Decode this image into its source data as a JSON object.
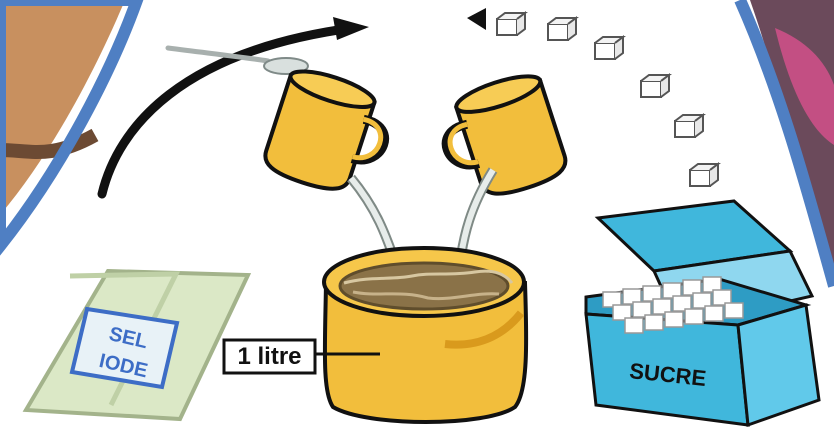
{
  "illustration": {
    "salt_bag_label_line1": "SEL",
    "salt_bag_label_line2": "IODE",
    "pot_label": "1 litre",
    "sugar_box_label": "SUCRE"
  },
  "colors": {
    "blue_frame": "#4f7fc3",
    "pot_yellow": "#f2be3c",
    "pot_shadow": "#d99a1d",
    "liquid_brown": "#8a7248",
    "salt_bag_green": "#dbe8c6",
    "sugar_box_blue": "#40b7dc",
    "sugar_cube": "#ffffff",
    "arrow_black": "#111111"
  }
}
